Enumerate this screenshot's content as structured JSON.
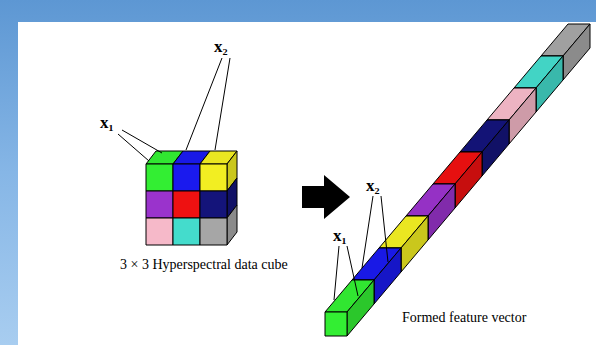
{
  "diagram": {
    "labels": [
      "x₁",
      "x₂",
      "3 × 3 Hyperspectral data cube",
      "x₂",
      "x₁",
      "Formed feature vector"
    ]
  }
}
